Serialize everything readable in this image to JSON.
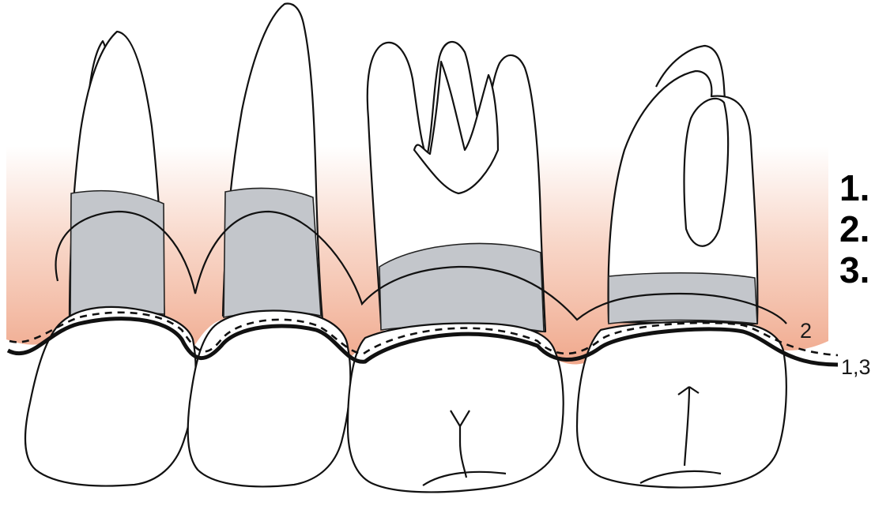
{
  "figure": {
    "list_markers": [
      "1.",
      "2.",
      "3."
    ],
    "line_labels": {
      "line_2": "2",
      "lines_1_3": "1,3"
    },
    "colors": {
      "gingiva": "#f2b49a",
      "root_exposure_band": "#c3c6cb",
      "outline": "#111111"
    }
  }
}
